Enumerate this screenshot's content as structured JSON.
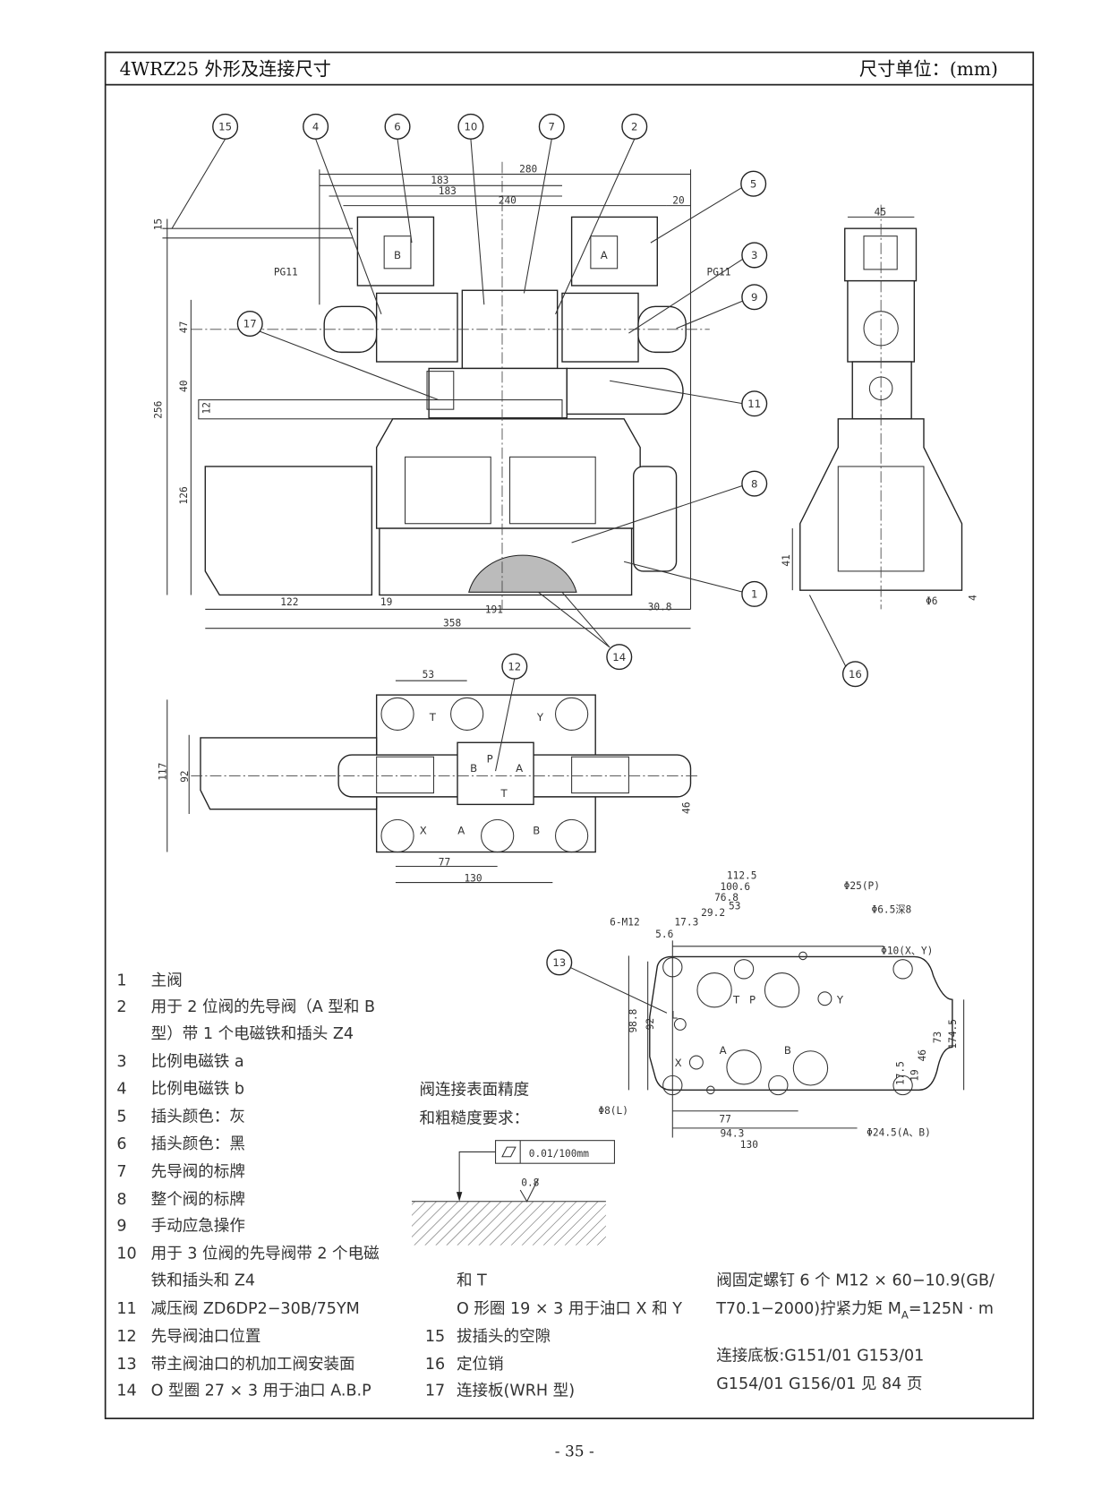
{
  "header": {
    "title": "4WRZ25 外形及连接尺寸",
    "unit": "尺寸单位：(mm)"
  },
  "callouts": [
    "15",
    "4",
    "6",
    "10",
    "7",
    "2",
    "5",
    "3",
    "9",
    "17",
    "11",
    "8",
    "1",
    "14",
    "16",
    "12",
    "13"
  ],
  "front_view": {
    "dims": [
      "280",
      "183",
      "183",
      "240",
      "20",
      "15",
      "PG11",
      "PG11",
      "47",
      "256",
      "40",
      "12",
      "126",
      "122",
      "19",
      "191",
      "30.8",
      "358"
    ],
    "plug_labels": [
      "B",
      "A"
    ]
  },
  "side_view": {
    "dims": [
      "45",
      "41",
      "Φ6",
      "4"
    ]
  },
  "top_view": {
    "dims": [
      "53",
      "117",
      "92",
      "46",
      "77",
      "130"
    ],
    "ports": [
      "T",
      "Y",
      "P",
      "B",
      "A",
      "T",
      "X",
      "A",
      "B"
    ]
  },
  "mounting_face": {
    "dims": [
      "112.5",
      "100.6",
      "76.8",
      "53",
      "29.2",
      "17.3",
      "6-M12",
      "5.6",
      "Φ25(P)",
      "Φ6.5深8",
      "Φ10(X、Y)",
      "98.8",
      "92",
      "73",
      "174.5",
      "46",
      "17.5",
      "19",
      "Φ8(L)",
      "77",
      "94.3",
      "130",
      "Φ24.5(A、B)"
    ],
    "ports": [
      "T",
      "P",
      "Y",
      "L",
      "X",
      "A",
      "B"
    ]
  },
  "surface": {
    "title_1": "阀连接表面精度",
    "title_2": "和粗糙度要求：",
    "flatness": "0.01/100mm",
    "roughness": "0.8"
  },
  "legend": [
    {
      "num": "1",
      "lines": [
        "主阀"
      ]
    },
    {
      "num": "2",
      "lines": [
        "用于 2 位阀的先导阀（A 型和 B",
        "型）带 1 个电磁铁和插头 Z4"
      ]
    },
    {
      "num": "3",
      "lines": [
        "比例电磁铁 a"
      ]
    },
    {
      "num": "4",
      "lines": [
        "比例电磁铁 b"
      ]
    },
    {
      "num": "5",
      "lines": [
        "插头颜色：灰"
      ]
    },
    {
      "num": "6",
      "lines": [
        "插头颜色：黑"
      ]
    },
    {
      "num": "7",
      "lines": [
        "先导阀的标牌"
      ]
    },
    {
      "num": "8",
      "lines": [
        "整个阀的标牌"
      ]
    },
    {
      "num": "9",
      "lines": [
        "手动应急操作"
      ]
    },
    {
      "num": "10",
      "lines": [
        "用于 3 位阀的先导阀带 2 个电磁",
        "铁和插头和 Z4"
      ]
    },
    {
      "num": "11",
      "lines": [
        "减压阀   ZD6DP2−30B/75YM"
      ]
    },
    {
      "num": "12",
      "lines": [
        "先导阀油口位置"
      ]
    },
    {
      "num": "13",
      "lines": [
        "带主阀油口的机加工阀安装面"
      ]
    },
    {
      "num": "14",
      "lines": [
        "O 型圈 27 × 3 用于油口 A.B.P",
        "和 T",
        "O 形圈 19 × 3 用于油口 X 和 Y"
      ]
    },
    {
      "num": "15",
      "lines": [
        "拔插头的空隙"
      ]
    },
    {
      "num": "16",
      "lines": [
        "定位销"
      ]
    },
    {
      "num": "17",
      "lines": [
        "连接板(WRH 型)"
      ]
    }
  ],
  "notes": {
    "screw_1": "阀固定螺钉 6 个 M12 × 60−10.9(GB/",
    "screw_2": "T70.1−2000)拧紧力矩 M",
    "screw_sub": "A",
    "screw_3": "=125N · m",
    "plate_1": "连接底板:G151/01   G153/01",
    "plate_2": "G154/01  G156/01     见 84 页"
  },
  "page_number": "- 35 -"
}
